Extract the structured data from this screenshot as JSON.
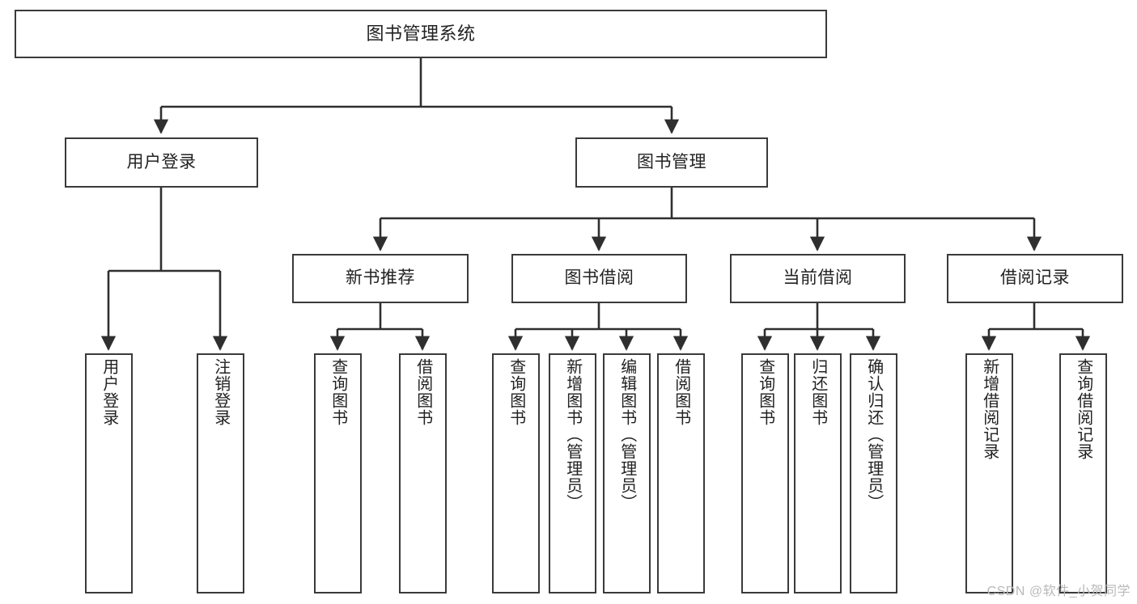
{
  "diagram": {
    "title": "图书管理系统",
    "type": "tree-hierarchy-chart",
    "watermark": "CSDN @软件_小贺同学",
    "colors": {
      "box_border": "#3a3a3a",
      "box_fill": "#ffffff",
      "edge": "#2f2f2f",
      "text": "#222222",
      "watermark": "#b9b9b9"
    }
  },
  "nodes": {
    "root": {
      "label": "图书管理系统"
    },
    "level2": [
      {
        "label": "用户登录"
      },
      {
        "label": "图书管理"
      }
    ],
    "level3": [
      {
        "label": "新书推荐"
      },
      {
        "label": "图书借阅"
      },
      {
        "label": "当前借阅"
      },
      {
        "label": "借阅记录"
      }
    ],
    "leaves": {
      "user_login": [
        {
          "label": "用户登录"
        },
        {
          "label": "注销登录"
        }
      ],
      "new_book_recommend": [
        {
          "label": "查询图书"
        },
        {
          "label": "借阅图书"
        }
      ],
      "book_borrow": [
        {
          "label": "查询图书"
        },
        {
          "label": "新增图书（管理员）"
        },
        {
          "label": "编辑图书（管理员）"
        },
        {
          "label": "借阅图书"
        }
      ],
      "current_borrow": [
        {
          "label": "查询图书"
        },
        {
          "label": "归还图书"
        },
        {
          "label": "确认归还（管理员）"
        }
      ],
      "borrow_record": [
        {
          "label": "新增借阅记录"
        },
        {
          "label": "查询借阅记录"
        }
      ]
    }
  }
}
